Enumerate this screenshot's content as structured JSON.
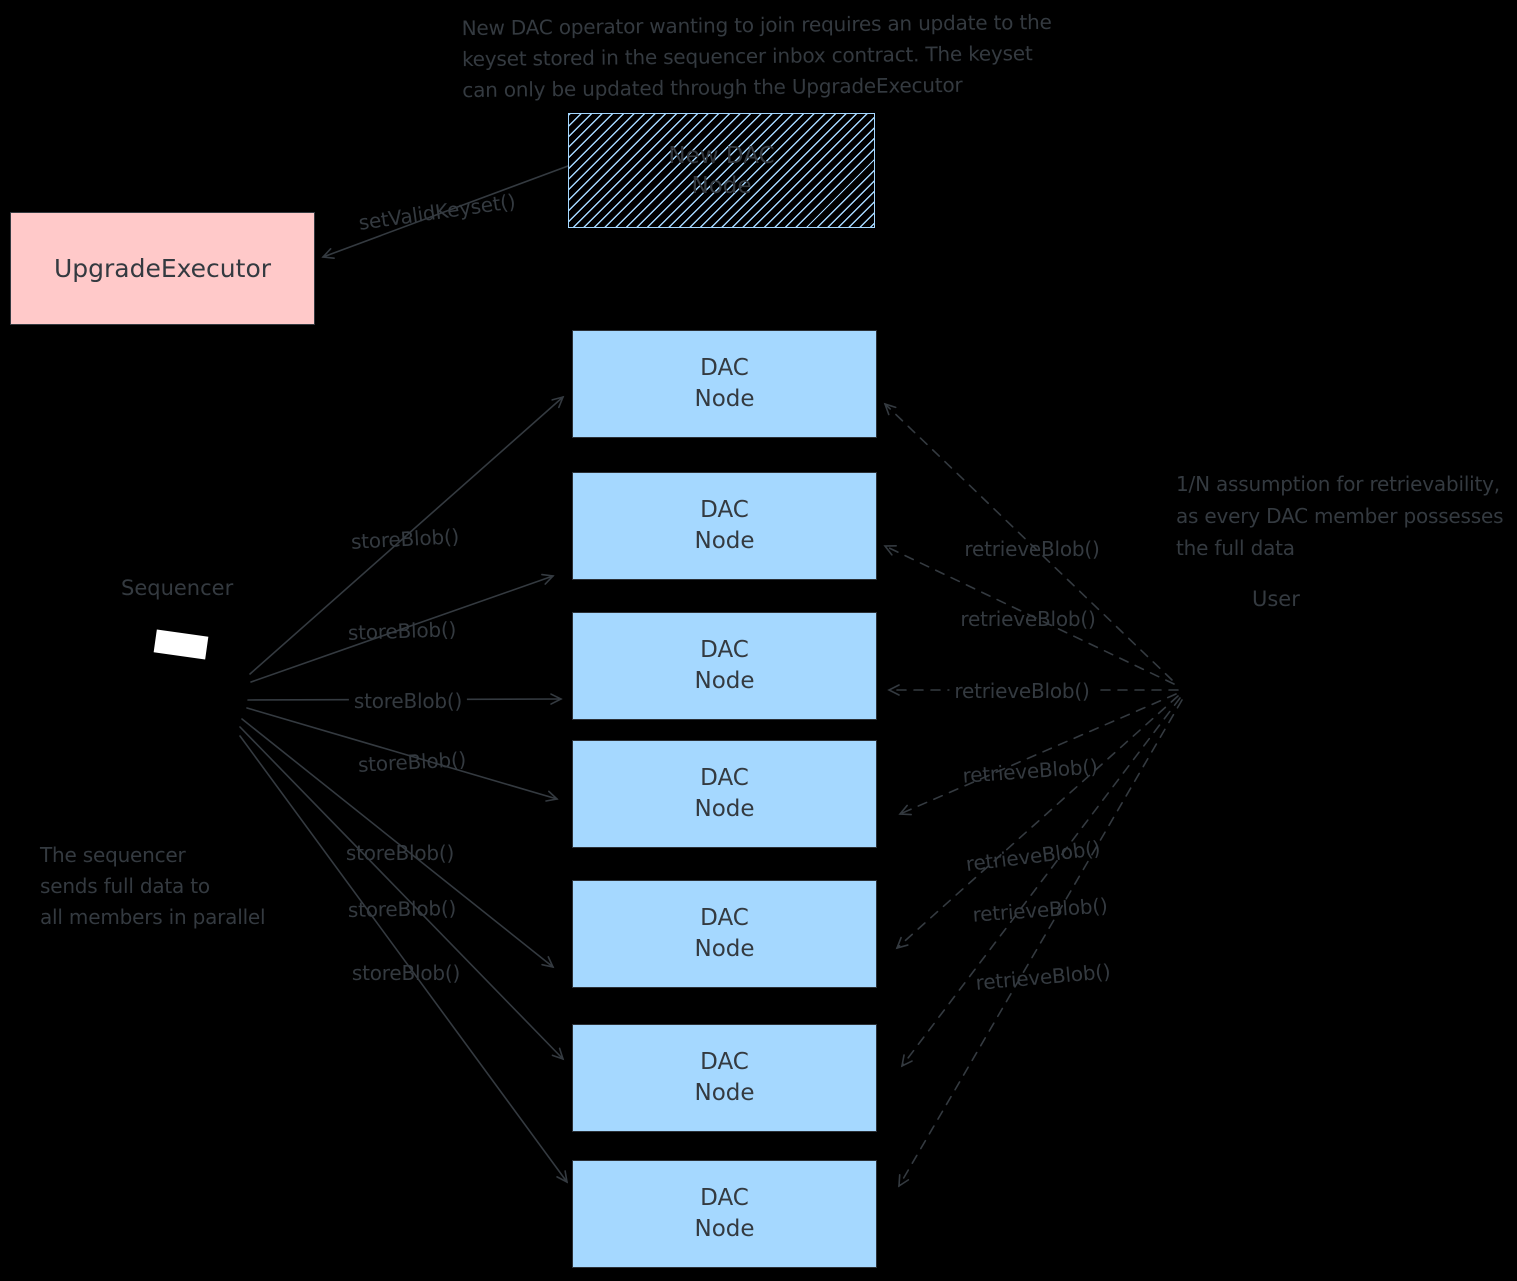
{
  "diagram": {
    "notes": {
      "top": [
        "New DAC operator wanting to join requires an update to the",
        "keyset stored in the sequencer inbox contract. The keyset",
        "can only be updated through the UpgradeExecutor"
      ],
      "left": [
        "The sequencer",
        "sends full data to",
        "all members in parallel"
      ],
      "right": [
        "1/N assumption for retrievability,",
        "as every DAC member possesses",
        "the full data"
      ]
    },
    "nodes": {
      "upgrade_executor": "UpgradeExecutor",
      "new_dac_node": [
        "New DAC",
        "Node"
      ],
      "dac_node": [
        "DAC",
        "Node"
      ],
      "dac_node_count": 7,
      "sequencer": "Sequencer",
      "user": "User"
    },
    "edge_labels": {
      "set_valid_keyset": "setValidKeyset()",
      "store_blob": "storeBlob()",
      "retrieve_blob": "retrieveBlob()"
    },
    "colors": {
      "background": "#000000",
      "dac_fill": "#a5d8ff",
      "executor_fill": "#ffc9c9",
      "ink": "#343a40",
      "sequencer_mark": "#ffffff"
    }
  }
}
